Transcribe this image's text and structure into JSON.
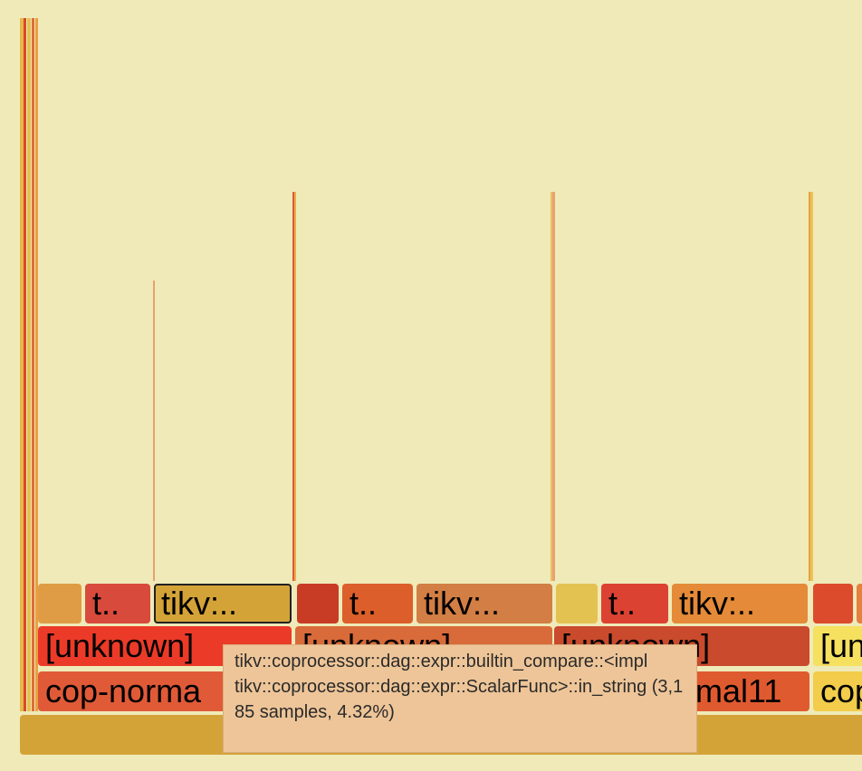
{
  "flamegraph": {
    "background": "#efeab8",
    "frames": [
      {
        "id": "root",
        "label": "",
        "color": "#d4a338"
      },
      {
        "id": "cop1",
        "label": "cop-norma",
        "color": "#e05a38"
      },
      {
        "id": "cop2",
        "label": "mal11",
        "color": "#e05a30"
      },
      {
        "id": "cop3",
        "label": "cop",
        "color": "#f2cc4a"
      },
      {
        "id": "unk1",
        "label": "[unknown]",
        "color": "#ec3a28"
      },
      {
        "id": "unk2",
        "label": "[unknown]",
        "color": "#d96a3a"
      },
      {
        "id": "unk3",
        "label": "[unknown]",
        "color": "#c94a2c"
      },
      {
        "id": "unk4",
        "label": "[un",
        "color": "#f5e060"
      },
      {
        "id": "t_a0",
        "label": "",
        "color": "#e09c44"
      },
      {
        "id": "t_a1",
        "label": "t..",
        "color": "#d84a3c"
      },
      {
        "id": "t_a2",
        "label": "tikv:..",
        "color": "#d4a338"
      },
      {
        "id": "t_b0",
        "label": "",
        "color": "#c83c26"
      },
      {
        "id": "t_b1",
        "label": "t..",
        "color": "#dc5e2a"
      },
      {
        "id": "t_b2",
        "label": "tikv:..",
        "color": "#d27e44"
      },
      {
        "id": "t_c0",
        "label": "",
        "color": "#e4c252"
      },
      {
        "id": "t_c1",
        "label": "t..",
        "color": "#dc4232"
      },
      {
        "id": "t_c2",
        "label": "tikv:..",
        "color": "#e48a38"
      },
      {
        "id": "t_d0",
        "label": "",
        "color": "#dc4c2c"
      },
      {
        "id": "t_d1",
        "label": "",
        "color": "#e48040"
      }
    ]
  },
  "tooltip": {
    "line1": "tikv::coprocessor::dag::expr::builtin_compare::<impl",
    "line2": "tikv::coprocessor::dag::expr::ScalarFunc>::in_string (3,185 samples, 4.32%)"
  }
}
